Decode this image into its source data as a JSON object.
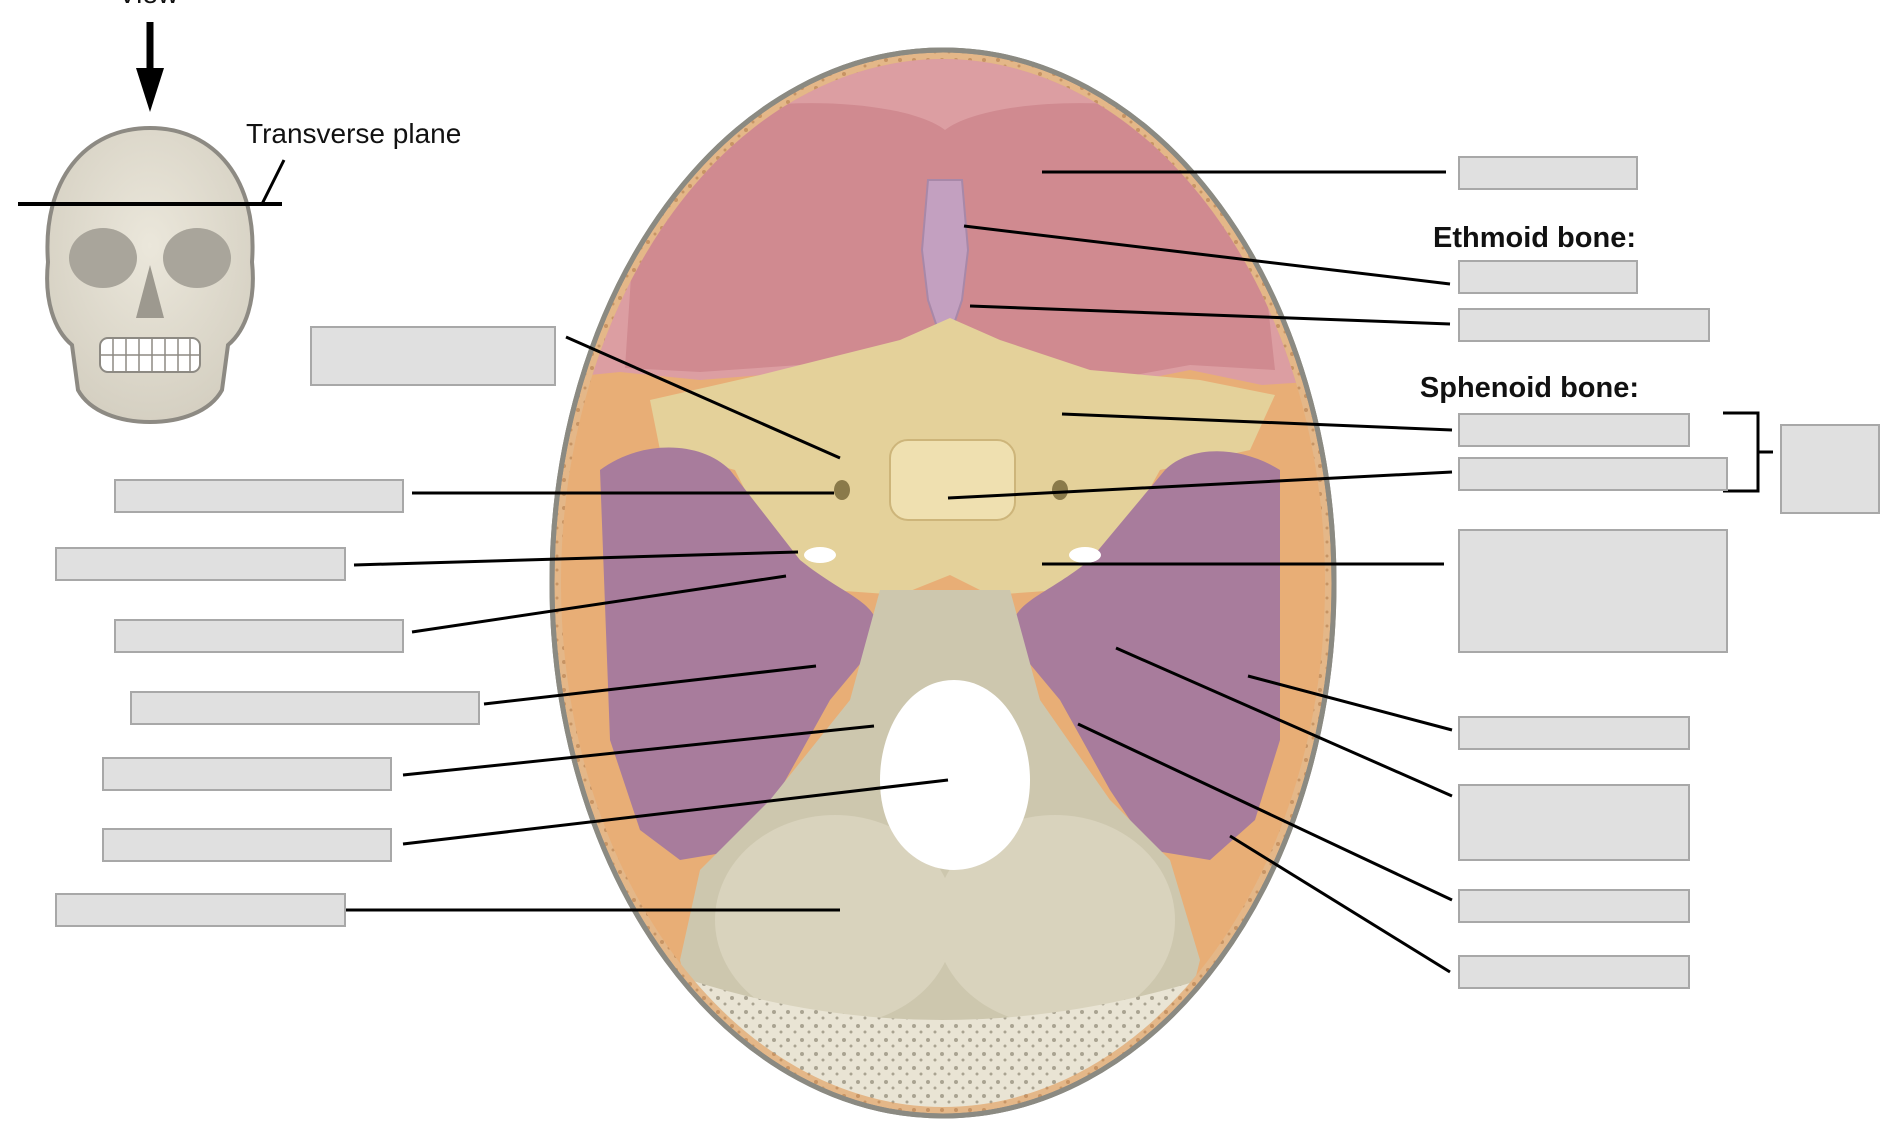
{
  "figure": {
    "view_label": "View",
    "transverse_plane_label": "Transverse plane",
    "ethmoid_heading": "Ethmoid bone:",
    "sphenoid_heading": "Sphenoid bone:",
    "colors": {
      "frontal": "#d9959b",
      "sphenoid": "#e4d19a",
      "temporal": "#a87c9c",
      "occipital": "#cdc7ae",
      "parietal": "#e9b27e",
      "label_box": "#e0e0e0"
    }
  }
}
